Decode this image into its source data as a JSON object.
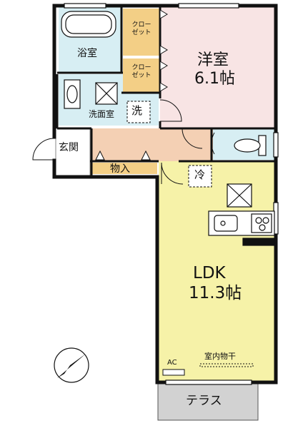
{
  "rooms": {
    "western_room": {
      "name": "洋室",
      "size": "6.1帖"
    },
    "ldk": {
      "name": "LDK",
      "size": "11.3帖"
    },
    "bathroom": {
      "name": "浴室"
    },
    "washroom": {
      "name": "洗面室"
    },
    "entrance": {
      "name": "玄関"
    },
    "storage": {
      "name": "物入"
    },
    "terrace": {
      "name": "テラス"
    }
  },
  "closets": [
    {
      "line1": "クロー",
      "line2": "ゼット"
    },
    {
      "line1": "クロー",
      "line2": "ゼット"
    }
  ],
  "symbols": {
    "washer": "洗",
    "fridge": "冷",
    "aircon": "AC",
    "indoor_drying": "室内物干"
  },
  "colors": {
    "wall": "#111111",
    "western_room_fill": "#f8e4e4",
    "ldk_fill": "#f6f2a8",
    "closet_fill": "#f3cf86",
    "hall_fill": "#f4d0b4",
    "wet_area_fill": "#d7eef3",
    "terrace_fill": "#d2d2d2"
  }
}
